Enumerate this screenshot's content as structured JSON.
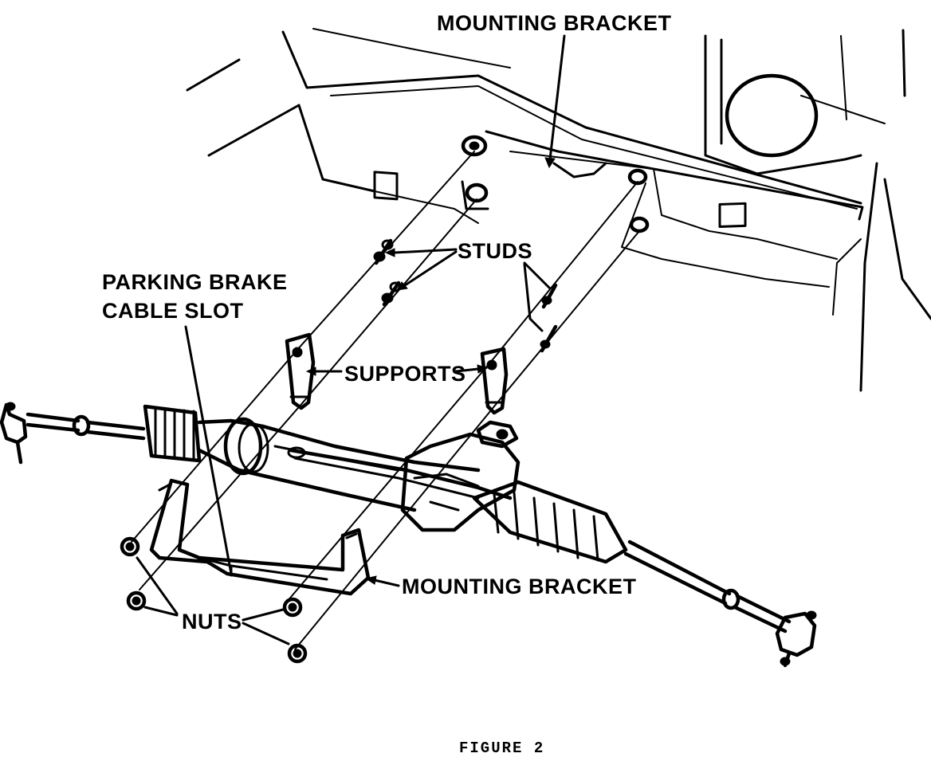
{
  "labels": {
    "mounting_bracket_top": "MOUNTING BRACKET",
    "studs": "STUDS",
    "parking_brake_line1": "PARKING BRAKE",
    "parking_brake_line2": "CABLE SLOT",
    "supports": "SUPPORTS",
    "mounting_bracket_bottom": "MOUNTING BRACKET",
    "nuts": "NUTS"
  },
  "caption": "FIGURE 2"
}
